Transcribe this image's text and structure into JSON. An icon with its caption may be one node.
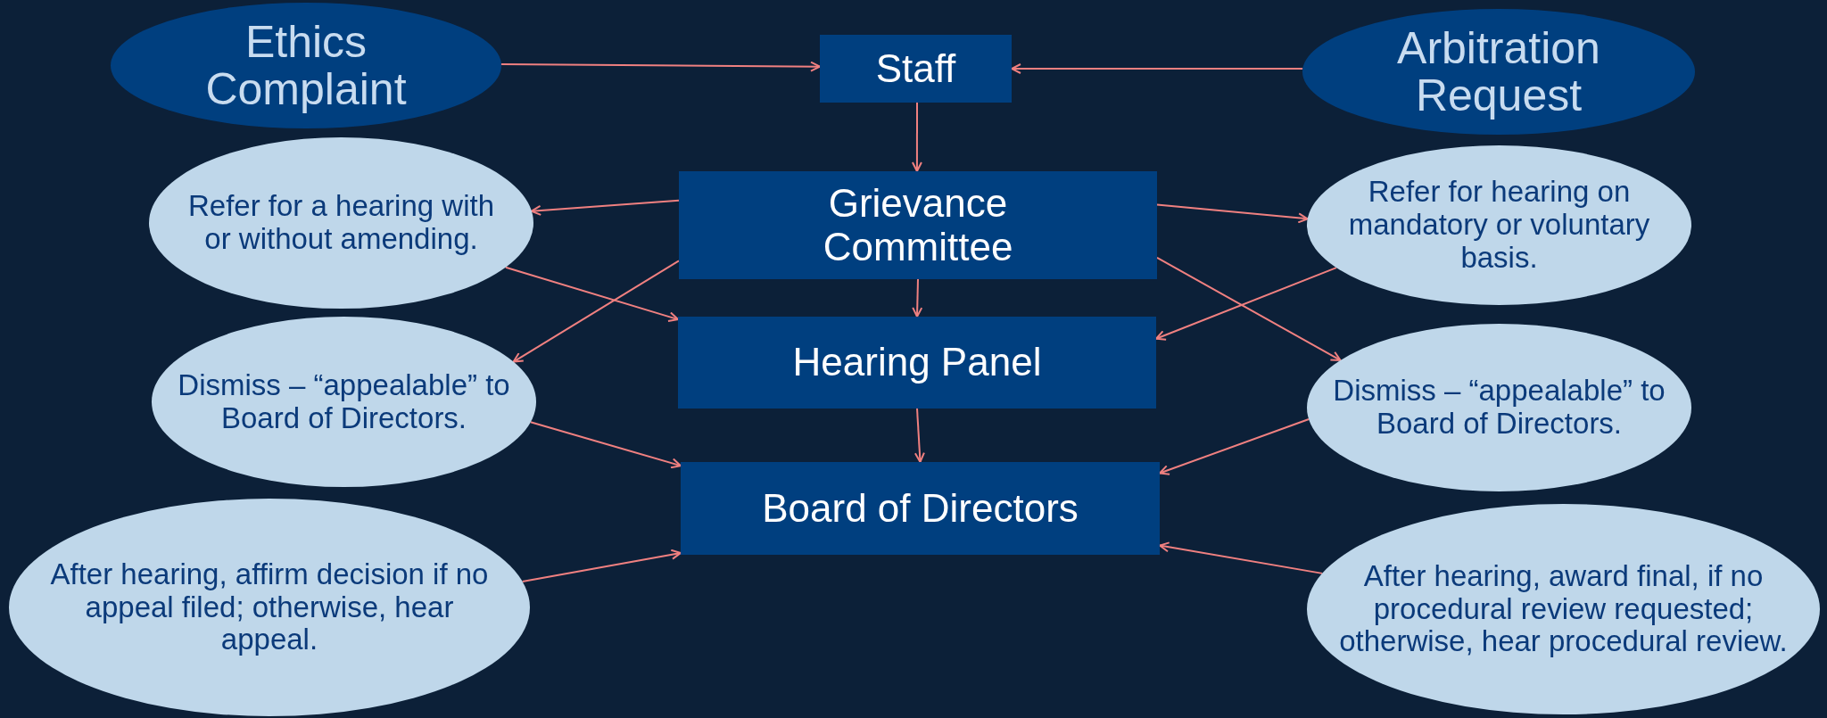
{
  "diagram": {
    "nodes": [
      {
        "text": [
          "Ethics Complaint"
        ]
      },
      {
        "text": [
          "Staff"
        ]
      },
      {
        "text": [
          "Arbitration Request"
        ]
      },
      {
        "text": [
          "Refer for a hearing with or without amending."
        ]
      },
      {
        "text": [
          "Grievance Committee"
        ]
      },
      {
        "text": [
          "Refer for hearing on mandatory or voluntary basis."
        ]
      },
      {
        "text": [
          "Dismiss – “appealable” to Board of Directors."
        ]
      },
      {
        "text": [
          "Hearing Panel"
        ]
      },
      {
        "text": [
          "Dismiss – “appealable” to Board of Directors."
        ]
      },
      {
        "text": [
          "Board of Directors"
        ]
      },
      {
        "text": [
          "After hearing, affirm decision if no appeal filed; otherwise, hear appeal."
        ]
      },
      {
        "text": [
          "After hearing, award final, if no procedural review requested; otherwise, hear procedural review."
        ]
      }
    ],
    "edges": [
      {
        "from": 0,
        "to": 1,
        "arrow": "to"
      },
      {
        "from": 2,
        "to": 1,
        "arrow": "to"
      },
      {
        "from": 1,
        "to": 4,
        "arrow": "to"
      },
      {
        "from": 4,
        "to": 3,
        "arrow": "to"
      },
      {
        "from": 4,
        "to": 5,
        "arrow": "to"
      },
      {
        "from": 3,
        "to": 7,
        "arrow": "to"
      },
      {
        "from": 4,
        "to": 7,
        "arrow": "to"
      },
      {
        "from": 4,
        "to": 6,
        "arrow": "to"
      },
      {
        "from": 5,
        "to": 7,
        "arrow": "to"
      },
      {
        "from": 4,
        "to": 8,
        "arrow": "to"
      },
      {
        "from": 7,
        "to": 9,
        "arrow": "to"
      },
      {
        "from": 6,
        "to": 9,
        "arrow": "to"
      },
      {
        "from": 8,
        "to": 9,
        "arrow": "to"
      },
      {
        "from": 10,
        "to": 9,
        "arrow": "to"
      },
      {
        "from": 11,
        "to": 9,
        "arrow": "to"
      }
    ]
  }
}
